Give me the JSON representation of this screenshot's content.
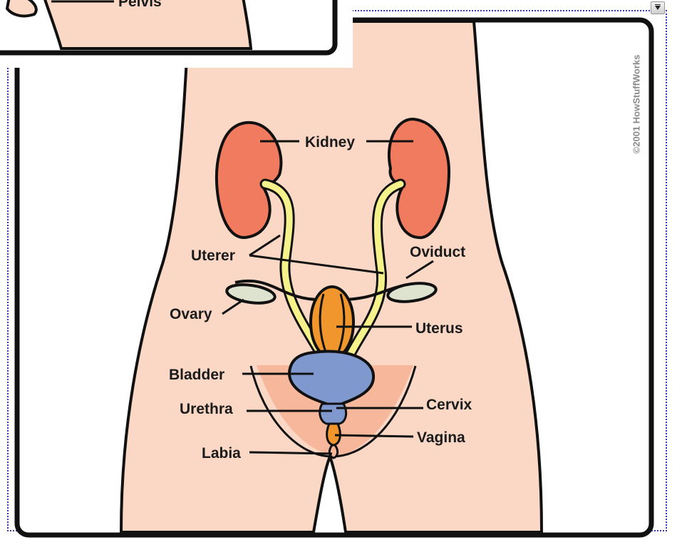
{
  "inset": {
    "label": "Pelvis"
  },
  "labels": {
    "kidney": "Kidney",
    "uterer": "Uterer",
    "oviduct": "Oviduct",
    "ovary": "Ovary",
    "uterus": "Uterus",
    "bladder": "Bladder",
    "urethra": "Urethra",
    "cervix": "Cervix",
    "labia": "Labia",
    "vagina": "Vagina"
  },
  "copyright": "©2001 HowStuffWorks",
  "colors": {
    "skin": "#fbd8c6",
    "pelvis_region": "#f6b79a",
    "kidney": "#f07b5e",
    "ureter": "#f5f28b",
    "ovary": "#dde3cf",
    "uterus": "#f0962c",
    "bladder": "#7f99cf",
    "outline": "#111111",
    "frame": "#3a3ab0"
  }
}
